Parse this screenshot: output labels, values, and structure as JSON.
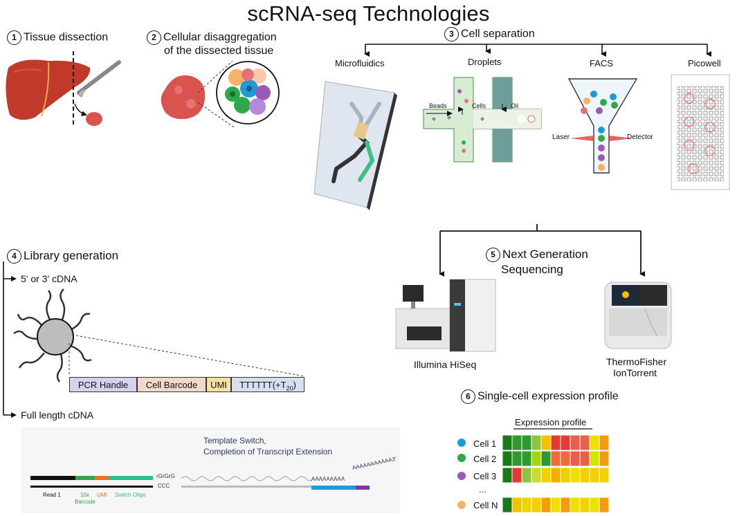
{
  "title": "scRNA-seq Technologies",
  "steps": {
    "s1": {
      "num": "1",
      "label": "Tissue dissection"
    },
    "s2": {
      "num": "2",
      "label_line1": "Cellular disaggregation",
      "label_line2": "of the dissected tissue"
    },
    "s3": {
      "num": "3",
      "label": "Cell separation"
    },
    "s4": {
      "num": "4",
      "label": "Library generation"
    },
    "s5": {
      "num": "5",
      "label_line1": "Next Generation",
      "label_line2": "Sequencing"
    },
    "s6": {
      "num": "6",
      "label": "Single-cell expression profile"
    }
  },
  "separation_methods": [
    "Microfluidics",
    "Droplets",
    "FACS",
    "Picowell"
  ],
  "droplets_labels": {
    "beads": "Beads",
    "cells": "Cells",
    "oil": "Oil"
  },
  "facs_labels": {
    "laser": "Laser",
    "detector": "Detector"
  },
  "library": {
    "branch1": "5' or 3' cDNA",
    "branch2": "Full length cDNA",
    "segments": [
      "PCR Handle",
      "Cell Barcode",
      "UMI",
      "TTTTTT(+T",
      "20",
      ")"
    ]
  },
  "template_switch": {
    "line1": "Template Switch,",
    "line2": "Completion of Transcript Extension",
    "rgrgrg": "rGrGrG",
    "ccc": "CCC",
    "polya": "AAAAAAAAA",
    "polya_tail": "AAAAAAAAAAA3'",
    "read1": "Read 1",
    "tenx1": "10x",
    "tenx2": "Barcode",
    "umi": "UMI",
    "switch": "Switch Oligo"
  },
  "sequencers": {
    "illumina": "Illumina HiSeq",
    "thermo_line1": "ThermoFisher",
    "thermo_line2": "IonTorrent"
  },
  "expression": {
    "header": "Expression profile",
    "cells": [
      {
        "name": "Cell 1",
        "dot": "#1e9ad6"
      },
      {
        "name": "Cell 2",
        "dot": "#2ea84a"
      },
      {
        "name": "Cell 3",
        "dot": "#9b59b6"
      },
      {
        "name": "Cell N",
        "dot": "#f7b267"
      }
    ],
    "ellipsis": "...",
    "heatmap_rows": [
      [
        "#1a7a1a",
        "#2e9a2e",
        "#2e9a2e",
        "#8cc63f",
        "#f2c200",
        "#e53935",
        "#e53935",
        "#e8604c",
        "#e8604c",
        "#f0e000",
        "#f39c12"
      ],
      [
        "#1a7a1a",
        "#2e9a2e",
        "#2e9a2e",
        "#a6d40f",
        "#2e9a2e",
        "#ef6c3a",
        "#ef6c3a",
        "#e8604c",
        "#e8604c",
        "#d4e600",
        "#f39c12"
      ],
      [
        "#1a7a1a",
        "#e53935",
        "#8cc63f",
        "#c8de2a",
        "#f5d000",
        "#f2b100",
        "#eed000",
        "#f0e000",
        "#f5d000",
        "#f5d000",
        "#f5d000"
      ],
      [
        "#1a7a1a",
        "#f2c200",
        "#f0d400",
        "#f5d000",
        "#f0a000",
        "#f0e000",
        "#f39c12",
        "#f0e000",
        "#f5d000",
        "#f0e000",
        "#f39c12"
      ]
    ]
  },
  "colors": {
    "pcr": "#d5d2ee",
    "barcode": "#f3d8cc",
    "umi": "#f8e2a0",
    "polyt": "#d9def0"
  }
}
